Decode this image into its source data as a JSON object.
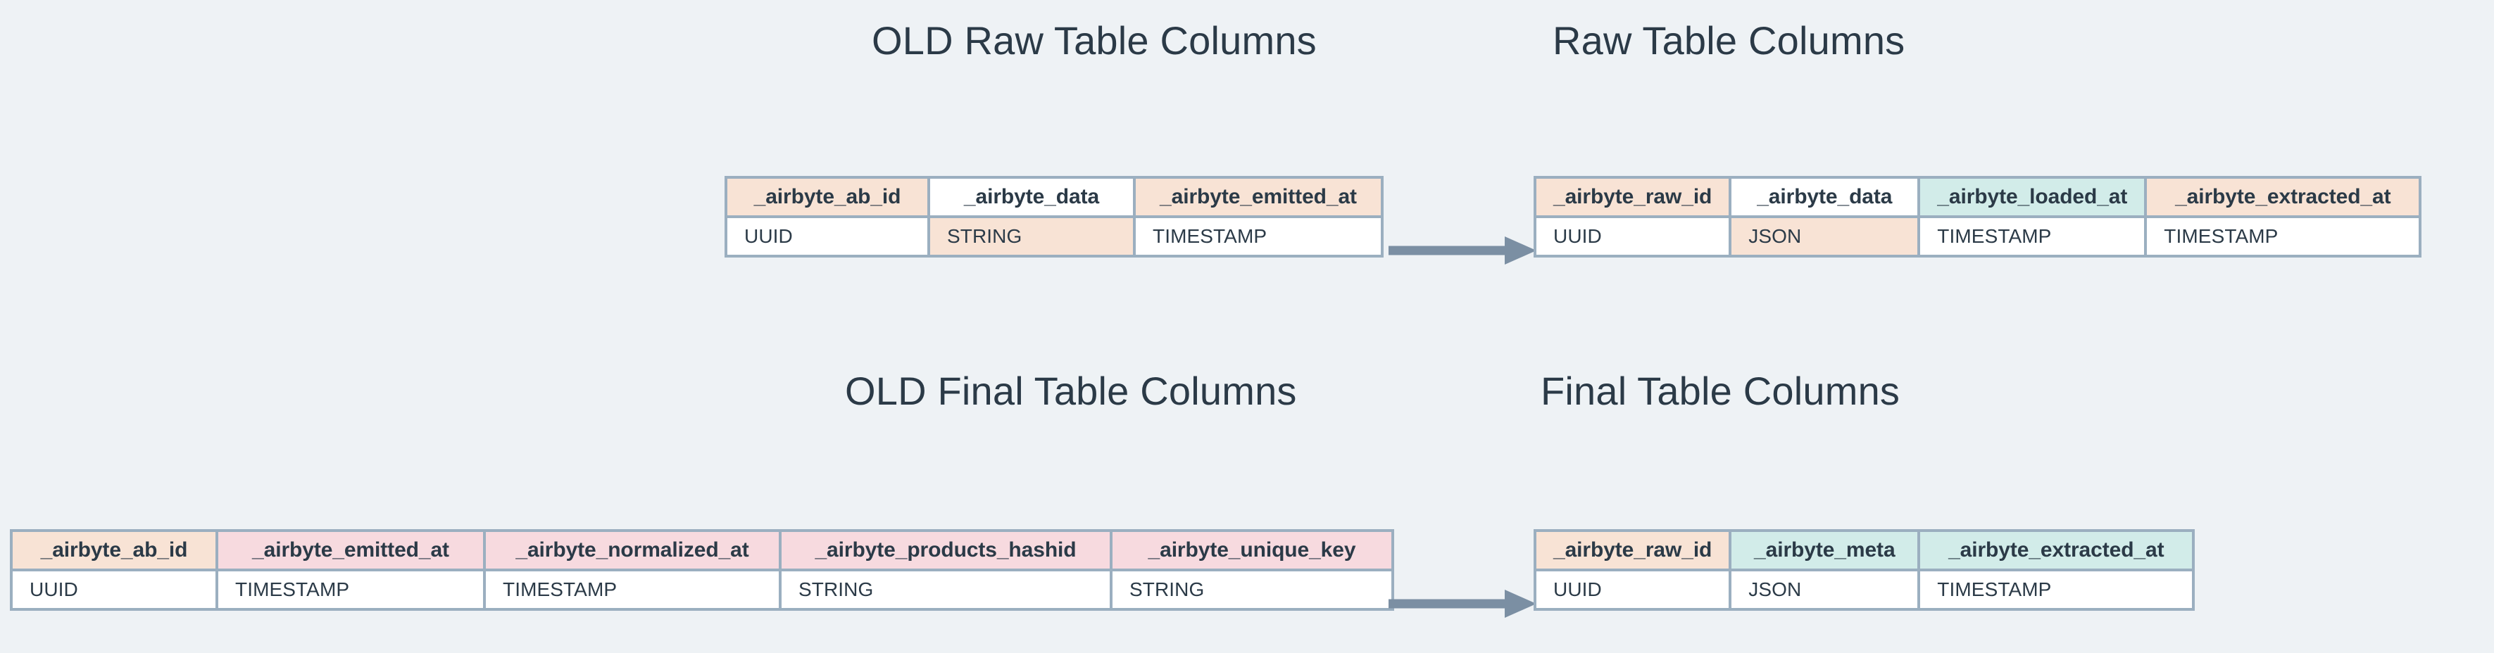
{
  "canvas": {
    "background": "#eef2f5",
    "border_color": "#9bafc0",
    "text_color": "#2b3a47",
    "arrow_color": "#7b8fa3"
  },
  "palette": {
    "peach": "#f8e3d5",
    "teal": "#d2ece9",
    "pink": "#f7dadf",
    "white": "#ffffff"
  },
  "sections": [
    {
      "id": "old-raw",
      "title": "OLD Raw Table Columns",
      "table": {
        "columns": [
          {
            "name": "_airbyte_ab_id",
            "header_fill": "peach",
            "type": "UUID",
            "type_fill": "white"
          },
          {
            "name": "_airbyte_data",
            "header_fill": "white",
            "type": "STRING",
            "type_fill": "peach"
          },
          {
            "name": "_airbyte_emitted_at",
            "header_fill": "peach",
            "type": "TIMESTAMP",
            "type_fill": "white"
          }
        ]
      }
    },
    {
      "id": "new-raw",
      "title": "Raw Table Columns",
      "table": {
        "columns": [
          {
            "name": "_airbyte_raw_id",
            "header_fill": "peach",
            "type": "UUID",
            "type_fill": "white"
          },
          {
            "name": "_airbyte_data",
            "header_fill": "white",
            "type": "JSON",
            "type_fill": "peach"
          },
          {
            "name": "_airbyte_loaded_at",
            "header_fill": "teal",
            "type": "TIMESTAMP",
            "type_fill": "white"
          },
          {
            "name": "_airbyte_extracted_at",
            "header_fill": "peach",
            "type": "TIMESTAMP",
            "type_fill": "white"
          }
        ]
      }
    },
    {
      "id": "old-final",
      "title": "OLD Final Table Columns",
      "table": {
        "columns": [
          {
            "name": "_airbyte_ab_id",
            "header_fill": "peach",
            "type": "UUID",
            "type_fill": "white"
          },
          {
            "name": "_airbyte_emitted_at",
            "header_fill": "pink",
            "type": "TIMESTAMP",
            "type_fill": "white"
          },
          {
            "name": "_airbyte_normalized_at",
            "header_fill": "pink",
            "type": "TIMESTAMP",
            "type_fill": "white"
          },
          {
            "name": "_airbyte_products_hashid",
            "header_fill": "pink",
            "type": "STRING",
            "type_fill": "white"
          },
          {
            "name": "_airbyte_unique_key",
            "header_fill": "pink",
            "type": "STRING",
            "type_fill": "white"
          }
        ]
      }
    },
    {
      "id": "new-final",
      "title": "Final Table Columns",
      "table": {
        "columns": [
          {
            "name": "_airbyte_raw_id",
            "header_fill": "peach",
            "type": "UUID",
            "type_fill": "white"
          },
          {
            "name": "_airbyte_meta",
            "header_fill": "teal",
            "type": "JSON",
            "type_fill": "white"
          },
          {
            "name": "_airbyte_extracted_at",
            "header_fill": "teal",
            "type": "TIMESTAMP",
            "type_fill": "white"
          }
        ]
      }
    }
  ],
  "arrows": [
    {
      "id": "arrow-raw",
      "label": "raw-migration-arrow",
      "direction": "right"
    },
    {
      "id": "arrow-final",
      "label": "final-migration-arrow",
      "direction": "right"
    }
  ]
}
